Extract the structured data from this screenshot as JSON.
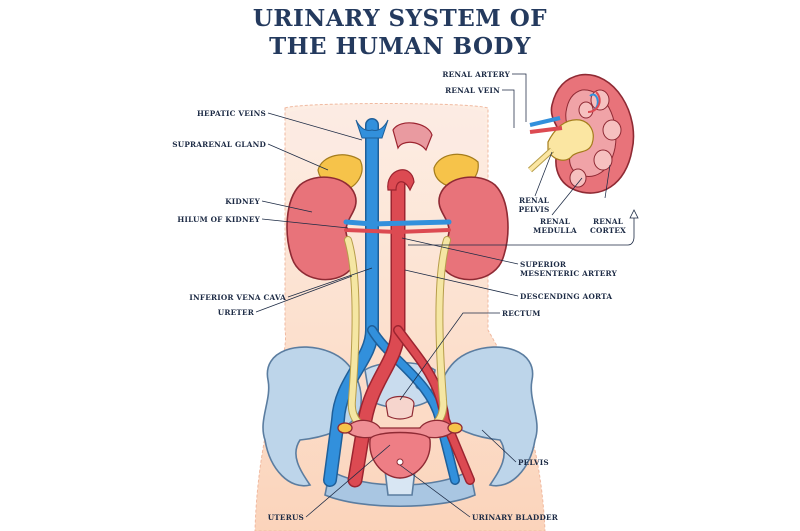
{
  "title_line1": "URINARY SYSTEM OF",
  "title_line2": "THE HUMAN BODY",
  "labels": {
    "hepatic_veins": "HEPATIC VEINS",
    "suprarenal_gland": "SUPRARENAL GLAND",
    "kidney": "KIDNEY",
    "hilum_of_kidney": "HILUM OF KIDNEY",
    "inferior_vena_cava": "INFERIOR VENA CAVA",
    "ureter": "URETER",
    "renal_artery": "RENAL ARTERY",
    "renal_vein": "RENAL VEIN",
    "renal_pelvis_1": "RENAL",
    "renal_pelvis_2": "PELVIS",
    "renal_medulla_1": "RENAL",
    "renal_medulla_2": "MEDULLA",
    "renal_cortex_1": "RENAL",
    "renal_cortex_2": "CORTEX",
    "superior_mesenteric_1": "SUPERIOR",
    "superior_mesenteric_2": "MESENTERIC ARTERY",
    "descending_aorta": "DESCENDING AORTA",
    "rectum": "RECTUM",
    "pelvis": "PELVIS",
    "uterus": "UTERUS",
    "urinary_bladder": "URINARY BLADDER"
  },
  "colors": {
    "title": "#243a5e",
    "label": "#1c2a44",
    "kidney": "#e8737a",
    "vein": "#2f86d4",
    "artery": "#d9474f",
    "ureter": "#f5e6a3",
    "gland": "#f6c34a",
    "bone": "#b9d3ea",
    "torso": "#fde2cf"
  }
}
